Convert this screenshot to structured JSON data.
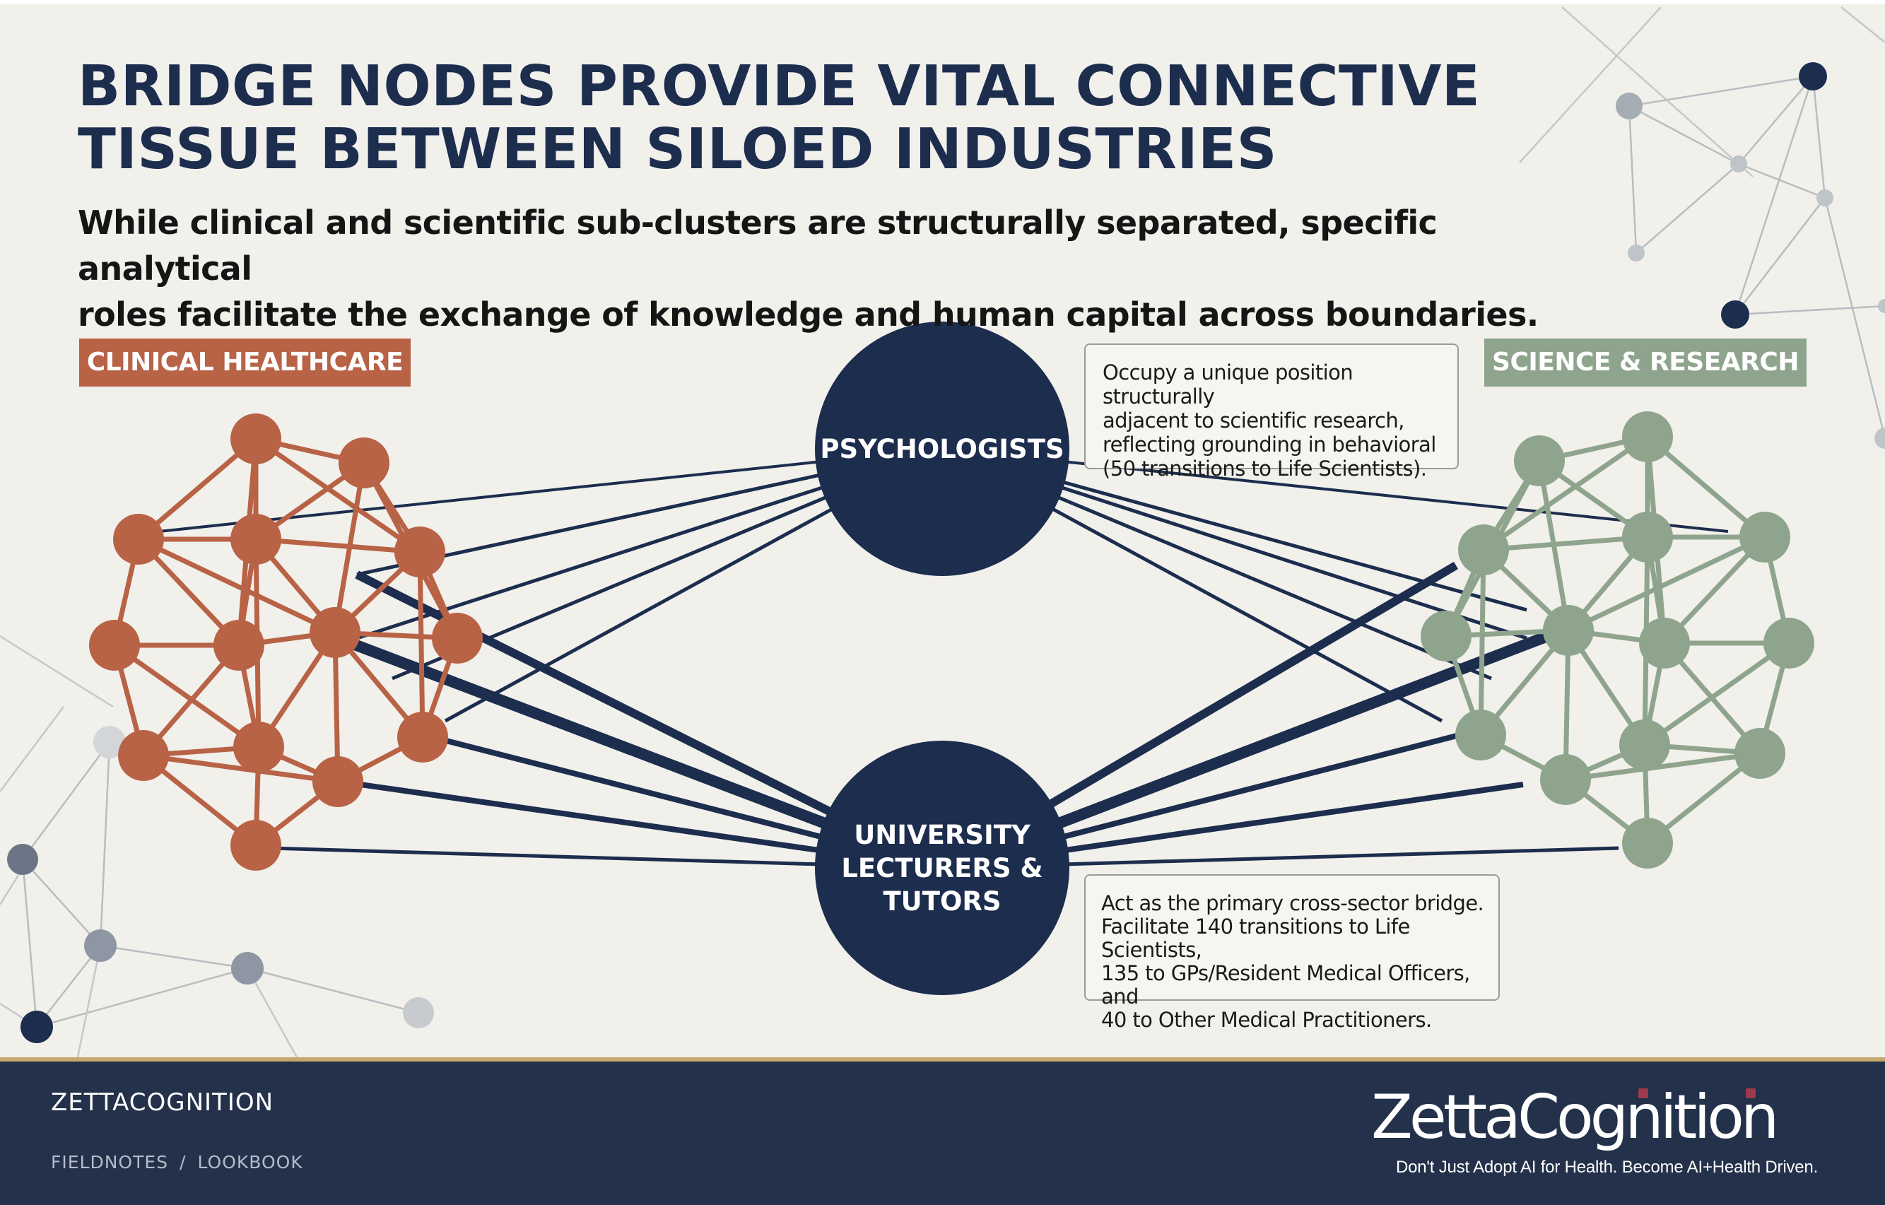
{
  "header": {
    "title_line1": "BRIDGE NODES PROVIDE VITAL CONNECTIVE",
    "title_line2": "TISSUE BETWEEN SILOED INDUSTRIES",
    "subtitle_line1": "While clinical and scientific sub-clusters are structurally separated, specific analytical",
    "subtitle_line2": "roles facilitate the exchange of knowledge and human capital across boundaries."
  },
  "clusters": {
    "left": {
      "label": "CLINICAL HEALTHCARE",
      "color": "#b86246"
    },
    "right": {
      "label": "SCIENCE & RESEARCH",
      "color": "#8fa48d"
    }
  },
  "bridges": {
    "color": "#1c2d4e",
    "psychologists": {
      "label": "PSYCHOLOGISTS",
      "note_lines": [
        "Occupy a unique position structurally",
        "adjacent to scientific research,",
        "reflecting grounding in behavioral",
        "(50 transitions to Life Scientists)."
      ]
    },
    "university": {
      "label": "UNIVERSITY\nLECTURERS &\nTUTORS",
      "note_lines": [
        "Act as the primary cross-sector bridge.",
        "Facilitate 140 transitions to Life Scientists,",
        "135 to GPs/Resident Medical Officers, and",
        "40 to Other Medical Practitioners."
      ]
    }
  },
  "footer": {
    "brand": "ZETTACOGNITION",
    "breadcrumb": [
      "FIELDNOTES",
      "LOOKBOOK"
    ],
    "breadcrumb_separator": "/",
    "logo_text": "ZettaCognition",
    "logo_accent": "#9e3a4d",
    "tagline": "Don't Just Adopt AI for Health. Become AI+Health Driven."
  }
}
